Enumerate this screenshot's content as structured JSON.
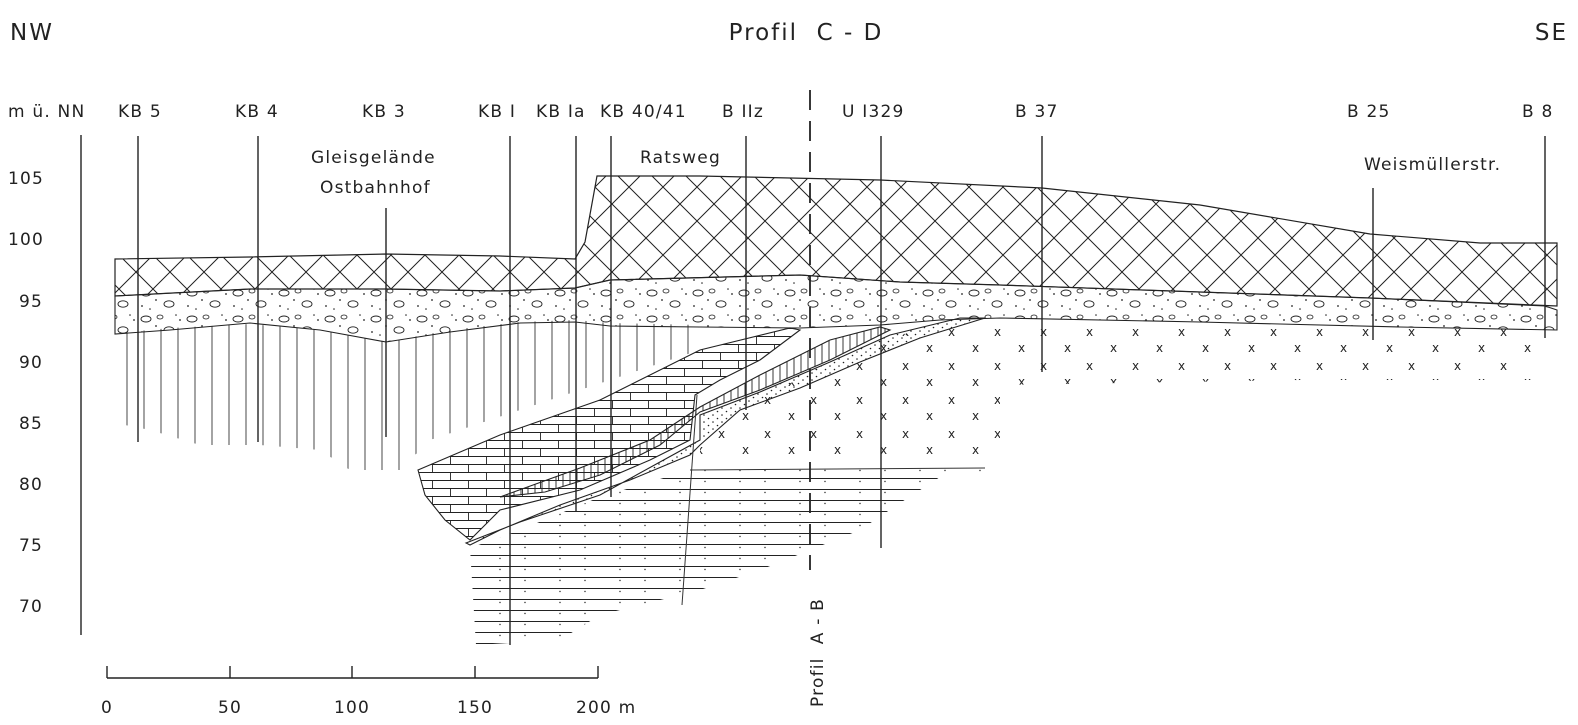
{
  "header": {
    "left_direction": "NW",
    "title": "Profil  C - D",
    "right_direction": "SE"
  },
  "axis": {
    "unit_label": "m ü. NN",
    "ticks": [
      "105",
      "100",
      "95",
      "90",
      "85",
      "80",
      "75",
      "70"
    ]
  },
  "boreholes": [
    "KB 5",
    "KB 4",
    "KB 3",
    "KB I",
    "KB Ia",
    "KB 40/41",
    "B IIz",
    "U I329",
    "B 37",
    "B 25",
    "B 8"
  ],
  "place_labels": {
    "gleis_1": "Gleisgelände",
    "gleis_2": "Ostbahnhof",
    "ratsweg": "Ratsweg",
    "weismueller": "Weismüllerstr."
  },
  "section_line_label": "Profil  A - B",
  "scale_bar": {
    "labels": [
      "0",
      "50",
      "100",
      "150",
      "200 m"
    ]
  }
}
